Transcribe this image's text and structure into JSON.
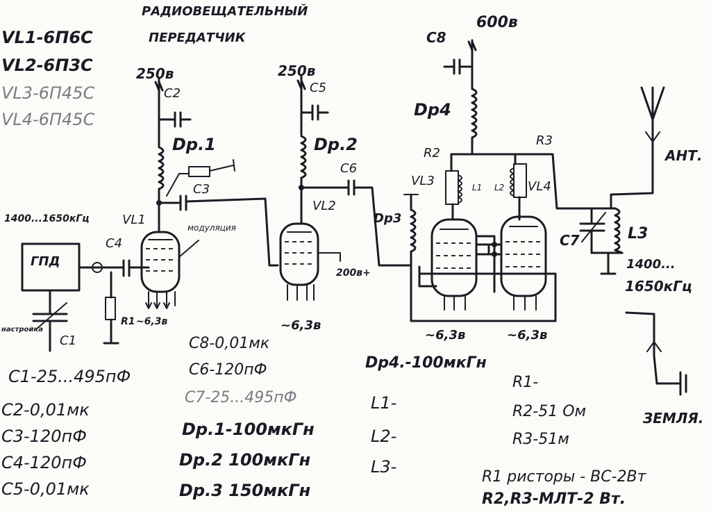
{
  "title": [
    "РАДИОВЕЩАТЕЛЬНЫЙ",
    "ПЕРЕДАТЧИК"
  ],
  "tubes_list": [
    "VL1-6П6С",
    "VL2-6П3С",
    "VL3-6П45С",
    "VL4-6П45С"
  ],
  "circuit_labels": {
    "v250_1": "250в",
    "v250_2": "250в",
    "v600": "600в",
    "c2": "C2",
    "c5": "C5",
    "c8": "C8",
    "c3": "C3",
    "c6": "C6",
    "c4": "C4",
    "c1": "C1",
    "c7": "C7",
    "dr1": "Dр.1",
    "dr2": "Dр.2",
    "dr3": "Dр3",
    "dr4": "Dр4",
    "vl1": "VL1",
    "vl2": "VL2",
    "vl3": "VL3",
    "vl4": "VL4",
    "r1": "R1",
    "r2": "R2",
    "r3": "R3",
    "l1": "L1",
    "l2": "L2",
    "l3": "L3",
    "gpd": "ГПД",
    "freq_left": "1400...1650кГц",
    "freq_right_1": "1400...",
    "freq_right_2": "1650кГц",
    "modulation": "модуляция",
    "nastroika": "настройка",
    "v200": "200в+",
    "fil_1": "~6,3в",
    "fil_2": "~6,3в",
    "fil_3": "~6,3в",
    "fil_4": "~6,3в",
    "ant": "АНТ.",
    "zemlya": "ЗЕМЛЯ."
  },
  "parts_list": {
    "col1": [
      "C1-25...495пФ",
      "C2-0,01мк",
      "C3-120пФ",
      "C4-120пФ",
      "C5-0,01мк"
    ],
    "col2": [
      "C8-0,01мк",
      "C6-120пФ",
      "C7-25...495пФ",
      "Dр.1-100мкГн",
      "Dр.2 100мкГн",
      "Dр.3 150мкГн"
    ],
    "col3": [
      "Dр4.-100мкГн",
      "L1-",
      "L2-",
      "L3-"
    ],
    "col4": [
      "R1-",
      "R2-51 Ом",
      "R3-51м"
    ],
    "resistor_note": [
      "R1 ристоры - ВС-2Вт",
      "R2,R3-МЛТ-2 Вт."
    ]
  }
}
